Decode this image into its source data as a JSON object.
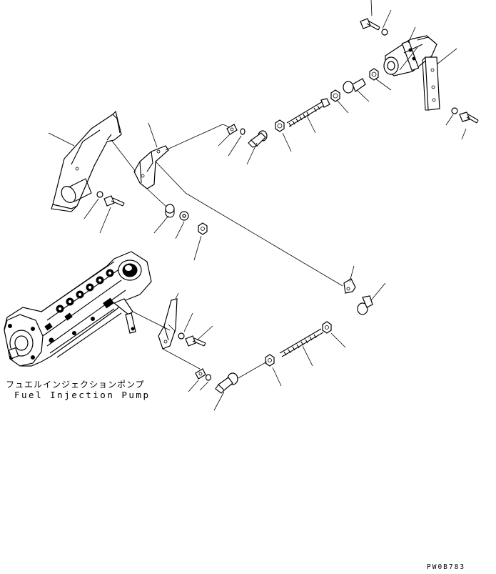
{
  "pump_label": {
    "japanese": "フュエルインジェクションポンプ",
    "english": "Fuel Injection Pump"
  },
  "drawing_code": "PW0B783"
}
